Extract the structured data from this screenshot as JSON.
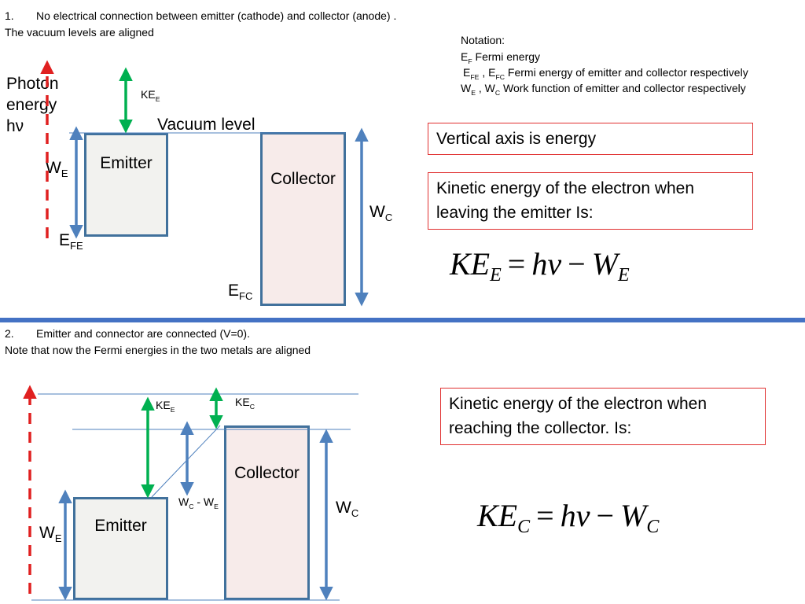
{
  "part1": {
    "number": "1.",
    "heading": "No electrical connection between emitter  (cathode) and collector (anode) .",
    "subheading": "The vacuum levels are aligned",
    "photon_label": [
      "Photon",
      "energy",
      "hν"
    ],
    "ke_label": "KE",
    "ke_sub": "E",
    "vacuum_level": "Vacuum level",
    "emitter": "Emitter",
    "collector": "Collector",
    "we_label": "W",
    "we_sub": "E",
    "wc_label": "W",
    "wc_sub": "C",
    "efe_label": "E",
    "efe_sub": "FE",
    "efc_label": "E",
    "efc_sub": "FC"
  },
  "notation": {
    "title": "Notation:",
    "l1_a": "E",
    "l1_b": "F",
    "l1_c": " Fermi energy",
    "l2_a": "E",
    "l2_b": "FE",
    "l2_c": " , E",
    "l2_d": "FC",
    "l2_e": " Fermi energy of emitter and collector respectively",
    "l3_a": "W",
    "l3_b": "E",
    "l3_c": " , W",
    "l3_d": "C",
    "l3_e": " Work function  of emitter and collector respectively"
  },
  "boxes": {
    "vertical_axis": "Vertical axis is energy",
    "ke_leaving_1": "Kinetic energy of the electron when",
    "ke_leaving_2": "leaving the emitter  Is:",
    "ke_reaching_1": "Kinetic energy of the electron when",
    "ke_reaching_2": "reaching the collector.  Is:"
  },
  "eq1": {
    "lhs": "KE",
    "lhs_sub": "E",
    "eq": "=",
    "hv": "hν",
    "minus": "−",
    "w": "W",
    "w_sub": "E"
  },
  "eq2": {
    "lhs": "KE",
    "lhs_sub": "C",
    "eq": "=",
    "hv": "hν",
    "minus": "−",
    "w": "W",
    "w_sub": "C"
  },
  "part2": {
    "number": "2.",
    "heading": "Emitter and connector are connected  (V=0).",
    "subheading": "Note that now the Fermi energies in the two metals are aligned",
    "kee_label": "KE",
    "kee_sub": "E",
    "kec_label": "KE",
    "kec_sub": "C",
    "wcwe_a": "W",
    "wcwe_b": "C",
    "wcwe_c": " - W",
    "wcwe_d": "E",
    "emitter": "Emitter",
    "collector": "Collector",
    "wc_label": "W",
    "wc_sub": "C",
    "we_label": "W",
    "we_sub": "E"
  },
  "colors": {
    "blue_arrow": "#4f81bd",
    "green_arrow": "#00b050",
    "red_dashed": "#e02020",
    "box_border": "#41719c",
    "divider": "#4472c4"
  }
}
